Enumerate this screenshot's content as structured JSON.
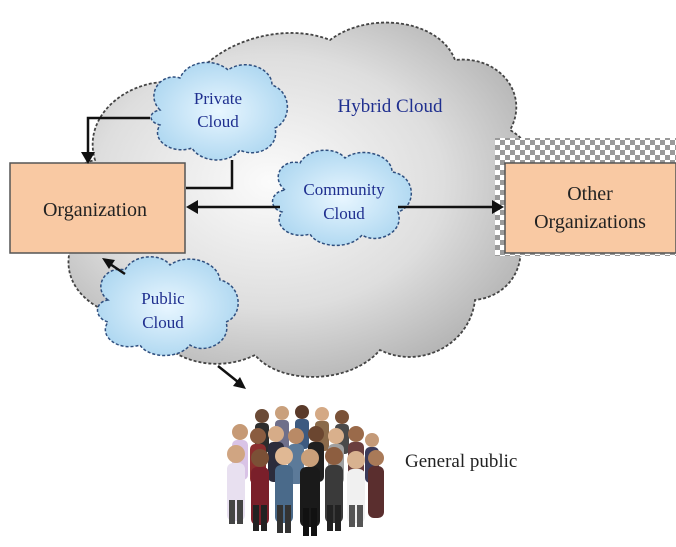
{
  "diagram": {
    "hybrid_cloud_label": "Hybrid Cloud",
    "private_cloud": {
      "line1": "Private",
      "line2": "Cloud"
    },
    "community_cloud": {
      "line1": "Community",
      "line2": "Cloud"
    },
    "public_cloud": {
      "line1": "Public",
      "line2": "Cloud"
    },
    "organization_label": "Organization",
    "other_organizations": {
      "line1": "Other",
      "line2": "Organizations"
    },
    "general_public_label": "General public",
    "colors": {
      "box_fill": "#f9c9a3",
      "box_stroke": "#555555",
      "small_cloud_fill": "#bfe2f5",
      "small_cloud_stroke": "#2f4f7f",
      "big_cloud_light": "#f2f2f2",
      "big_cloud_dark": "#b3b3b3",
      "text_blue": "#1f2f8f",
      "arrow": "#111111"
    }
  }
}
